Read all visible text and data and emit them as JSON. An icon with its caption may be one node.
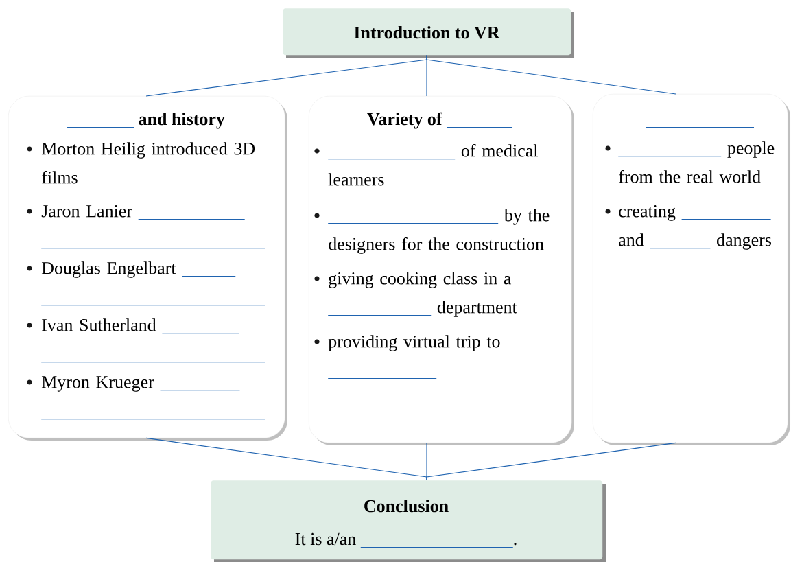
{
  "diagram": {
    "nodes": [
      {
        "text": [
          "Introduction to VR"
        ]
      },
      {
        "text": [
          "and history",
          "Morton Heilig introduced 3D films",
          "Jaron Lanier",
          "Douglas Engelbart",
          "Ivan Sutherland",
          "Myron Krueger"
        ]
      },
      {
        "text": [
          "Variety of",
          "of medical learners",
          "by the designers for the construction",
          "giving cooking class in a",
          "department",
          "providing virtual trip to"
        ]
      },
      {
        "text": [
          "people from the real world",
          "creating",
          "and",
          "dangers"
        ]
      },
      {
        "text": [
          "Conclusion",
          "It is a/an",
          "."
        ]
      }
    ],
    "edges": [
      {
        "from": 0,
        "to": 1,
        "arrow": "none"
      },
      {
        "from": 0,
        "to": 2,
        "arrow": "none"
      },
      {
        "from": 0,
        "to": 3,
        "arrow": "none"
      },
      {
        "from": 1,
        "to": 4,
        "arrow": "none"
      },
      {
        "from": 2,
        "to": 4,
        "arrow": "none"
      },
      {
        "from": 3,
        "to": 4,
        "arrow": "none"
      }
    ]
  }
}
